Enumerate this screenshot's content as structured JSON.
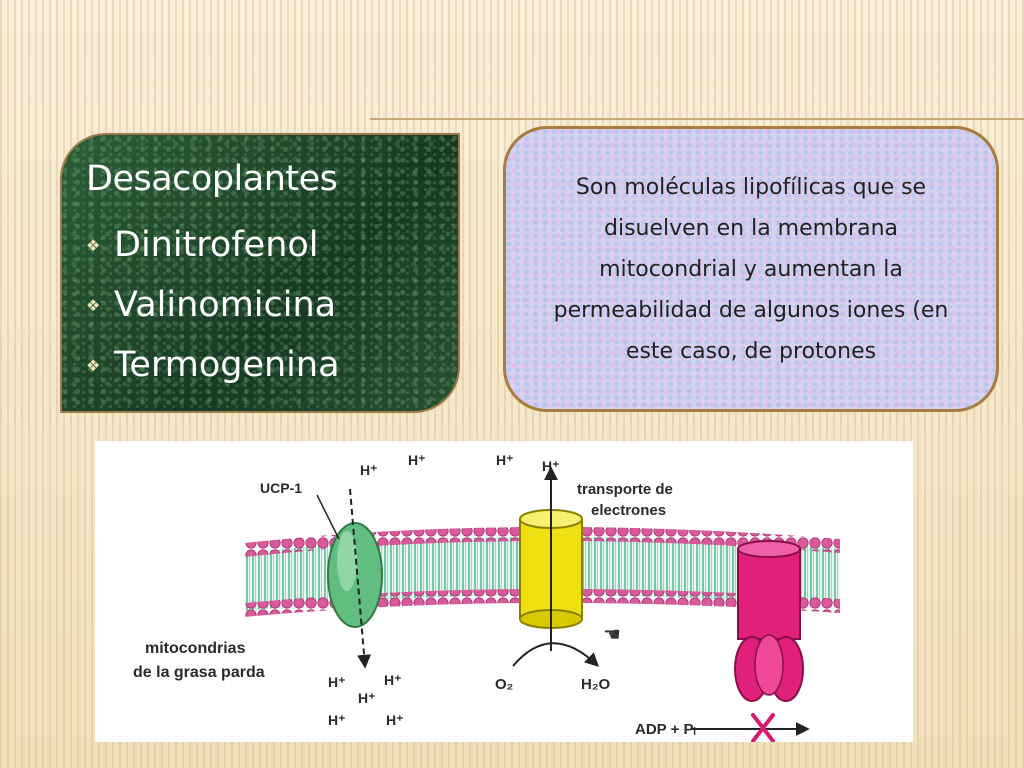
{
  "panel": {
    "title": "Desacoplantes",
    "items": [
      {
        "label": "Dinitrofenol"
      },
      {
        "label": "Valinomicina"
      },
      {
        "label": "Termogenina"
      }
    ],
    "bullet_icon": "diamond-bullet-icon"
  },
  "info_box": {
    "text": "Son moléculas lipofílicas que se disuelven en la membrana mitocondrial y aumentan la permeabilidad de algunos iones (en este caso, de protones"
  },
  "figure": {
    "labels": {
      "ucp1": "UCP-1",
      "proton": "H⁺",
      "transport_line1": "transporte de",
      "transport_line2": "electrones",
      "mito_line1": "mitocondrias",
      "mito_line2": "de la grasa parda",
      "o2": "O₂",
      "h2o": "H₂O",
      "adp": "ADP + Pᵢ"
    },
    "colors": {
      "head_groups": "#d85a9a",
      "tails": "#4fbf95",
      "ucp1": "#5fbe80",
      "transporter": "#f0e010",
      "atp_synthase": "#e0207a",
      "blocked_x": "#d8186c"
    }
  }
}
